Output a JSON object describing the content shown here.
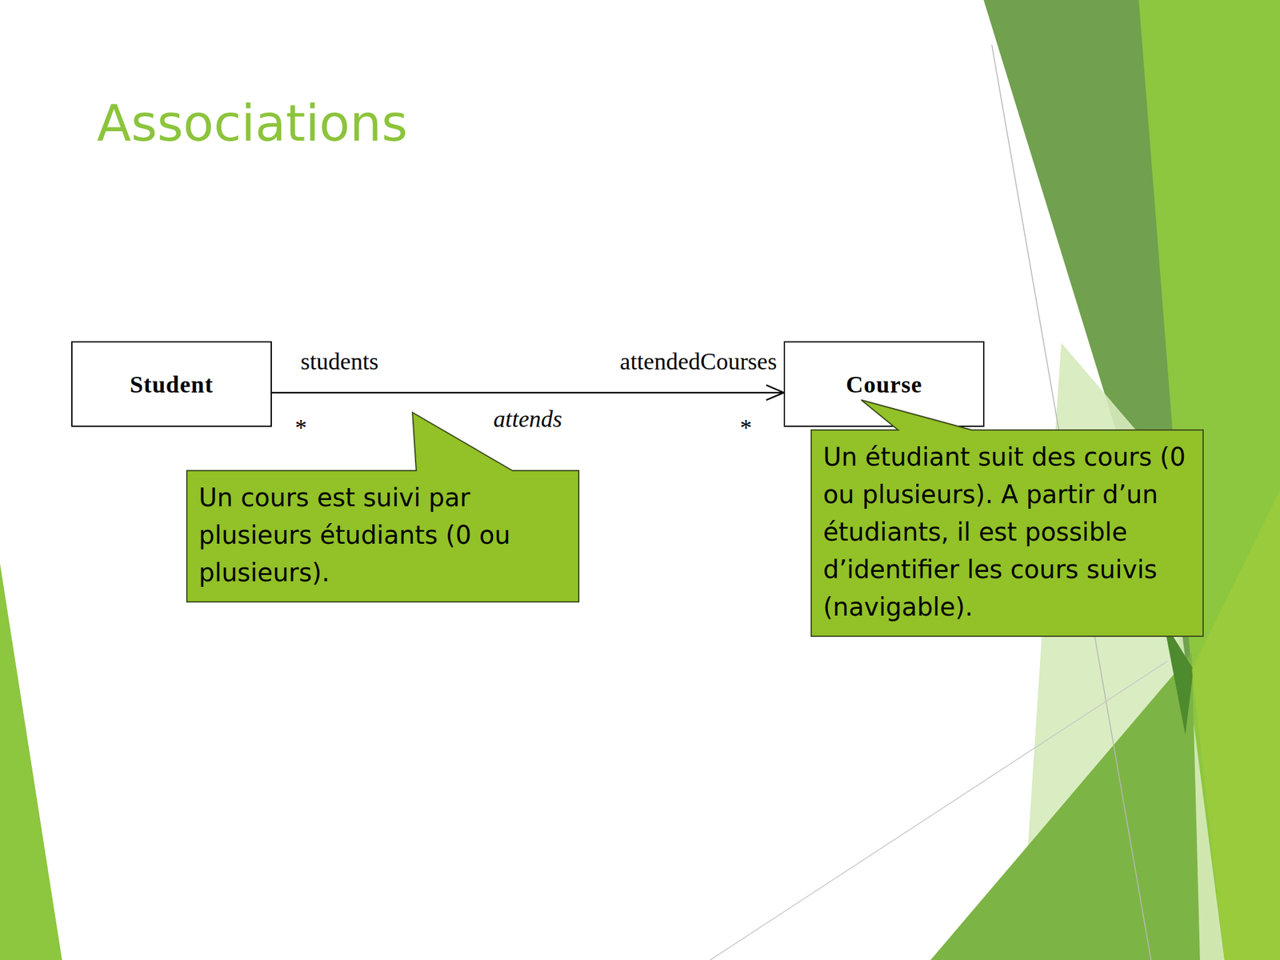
{
  "diagram": {
    "title": "Associations",
    "nodes": [
      {
        "text": [
          "Student"
        ]
      },
      {
        "text": [
          "Course"
        ]
      },
      {
        "text": [
          "Un cours est suivi par plusieurs étudiants (0 ou plusieurs)."
        ]
      },
      {
        "text": [
          "Un étudiant suit des cours (0 ou plusieurs). A partir d’un étudiants, il est possible d’identifier les cours suivis (navigable)."
        ]
      }
    ],
    "edges": [
      {
        "from": 0,
        "to": 1,
        "label": "attends",
        "arrow": "to"
      }
    ],
    "labels": [
      "students",
      "attendedCourses",
      "*",
      "*"
    ]
  }
}
